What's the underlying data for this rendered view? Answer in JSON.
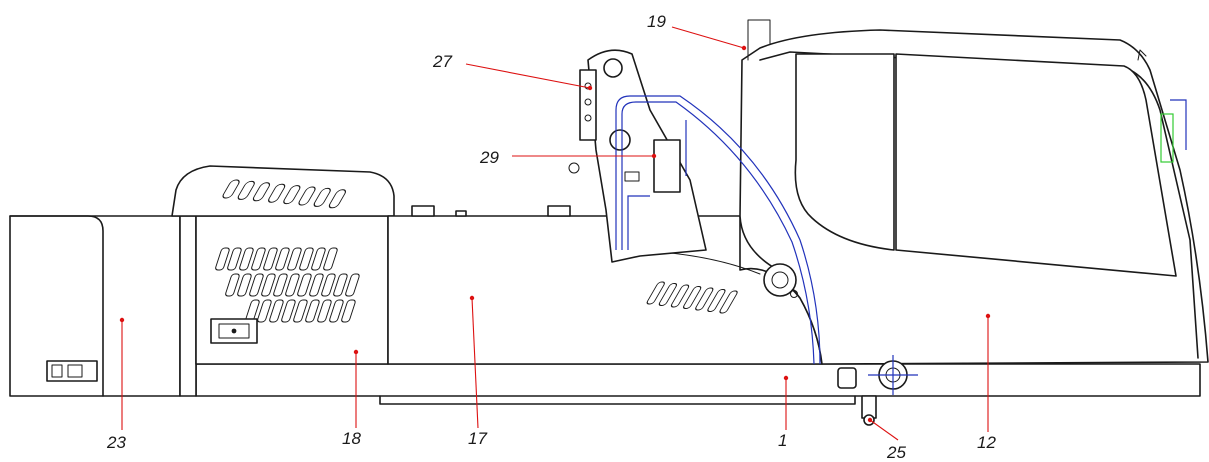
{
  "diagram": {
    "callouts": [
      {
        "id": "c19",
        "label": "19"
      },
      {
        "id": "c27",
        "label": "27"
      },
      {
        "id": "c29",
        "label": "29"
      },
      {
        "id": "c23",
        "label": "23"
      },
      {
        "id": "c18",
        "label": "18"
      },
      {
        "id": "c17",
        "label": "17"
      },
      {
        "id": "c1",
        "label": "1"
      },
      {
        "id": "c25",
        "label": "25"
      },
      {
        "id": "c12",
        "label": "12"
      }
    ],
    "colors": {
      "outline": "#1a1a1a",
      "leader": "#dd1111",
      "hose": "#2233bb",
      "bracket": "#33cc33"
    }
  }
}
